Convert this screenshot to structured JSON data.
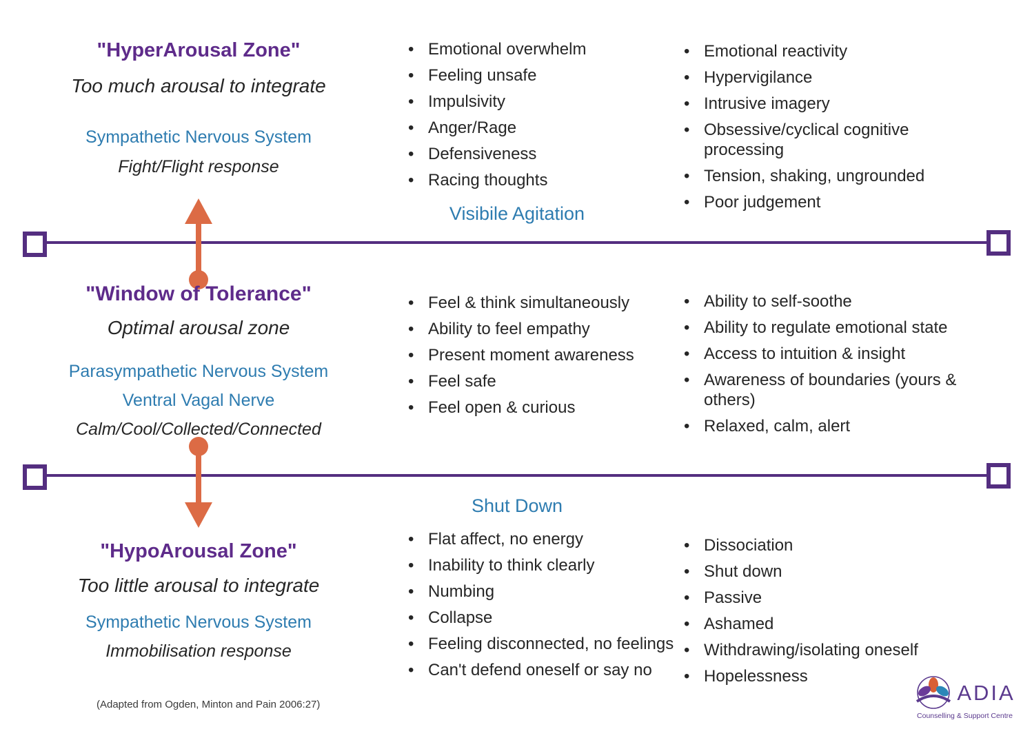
{
  "colors": {
    "purple_heading": "#5e2b8a",
    "purple_line": "#542e80",
    "blue": "#2e7cb0",
    "orange": "#dc6b45",
    "text": "#262626"
  },
  "sections": {
    "hyper": {
      "title": "\"HyperArousal Zone\"",
      "subtitle": "Too much arousal to integrate",
      "system": "Sympathetic Nervous System",
      "response": "Fight/Flight response",
      "list_mid": [
        "Emotional overwhelm",
        "Feeling unsafe",
        "Impulsivity",
        "Anger/Rage",
        "Defensiveness",
        "Racing thoughts"
      ],
      "list_mid_footer": "Visibile Agitation",
      "list_right": [
        "Emotional reactivity",
        "Hypervigilance",
        "Intrusive imagery",
        "Obsessive/cyclical cognitive processing",
        "Tension, shaking, ungrounded",
        "Poor judgement"
      ]
    },
    "window": {
      "title": "\"Window of Tolerance\"",
      "subtitle": "Optimal arousal zone",
      "system": "Parasympathetic Nervous System",
      "system2": "Ventral Vagal Nerve",
      "response": "Calm/Cool/Collected/Connected",
      "list_mid": [
        "Feel & think simultaneously",
        "Ability to feel empathy",
        "Present moment awareness",
        "Feel safe",
        "Feel open & curious"
      ],
      "list_right": [
        "Ability to self-soothe",
        "Ability to regulate emotional state",
        "Access to intuition & insight",
        "Awareness of boundaries (yours & others)",
        "Relaxed, calm, alert"
      ]
    },
    "hypo": {
      "title": "\"HypoArousal Zone\"",
      "subtitle": "Too little arousal to integrate",
      "system": "Sympathetic Nervous System",
      "response": "Immobilisation response",
      "list_mid_header": "Shut Down",
      "list_mid": [
        "Flat affect, no energy",
        "Inability to think clearly",
        "Numbing",
        "Collapse",
        "Feeling disconnected, no feelings",
        "Can't defend oneself or say no"
      ],
      "list_right": [
        "Dissociation",
        "Shut down",
        "Passive",
        "Ashamed",
        "Withdrawing/isolating oneself",
        "Hopelessness"
      ]
    }
  },
  "footer": {
    "citation": "(Adapted from Ogden, Minton and Pain 2006:27)",
    "logo_name": "ADIA",
    "logo_tagline": "Counselling & Support Centre"
  }
}
